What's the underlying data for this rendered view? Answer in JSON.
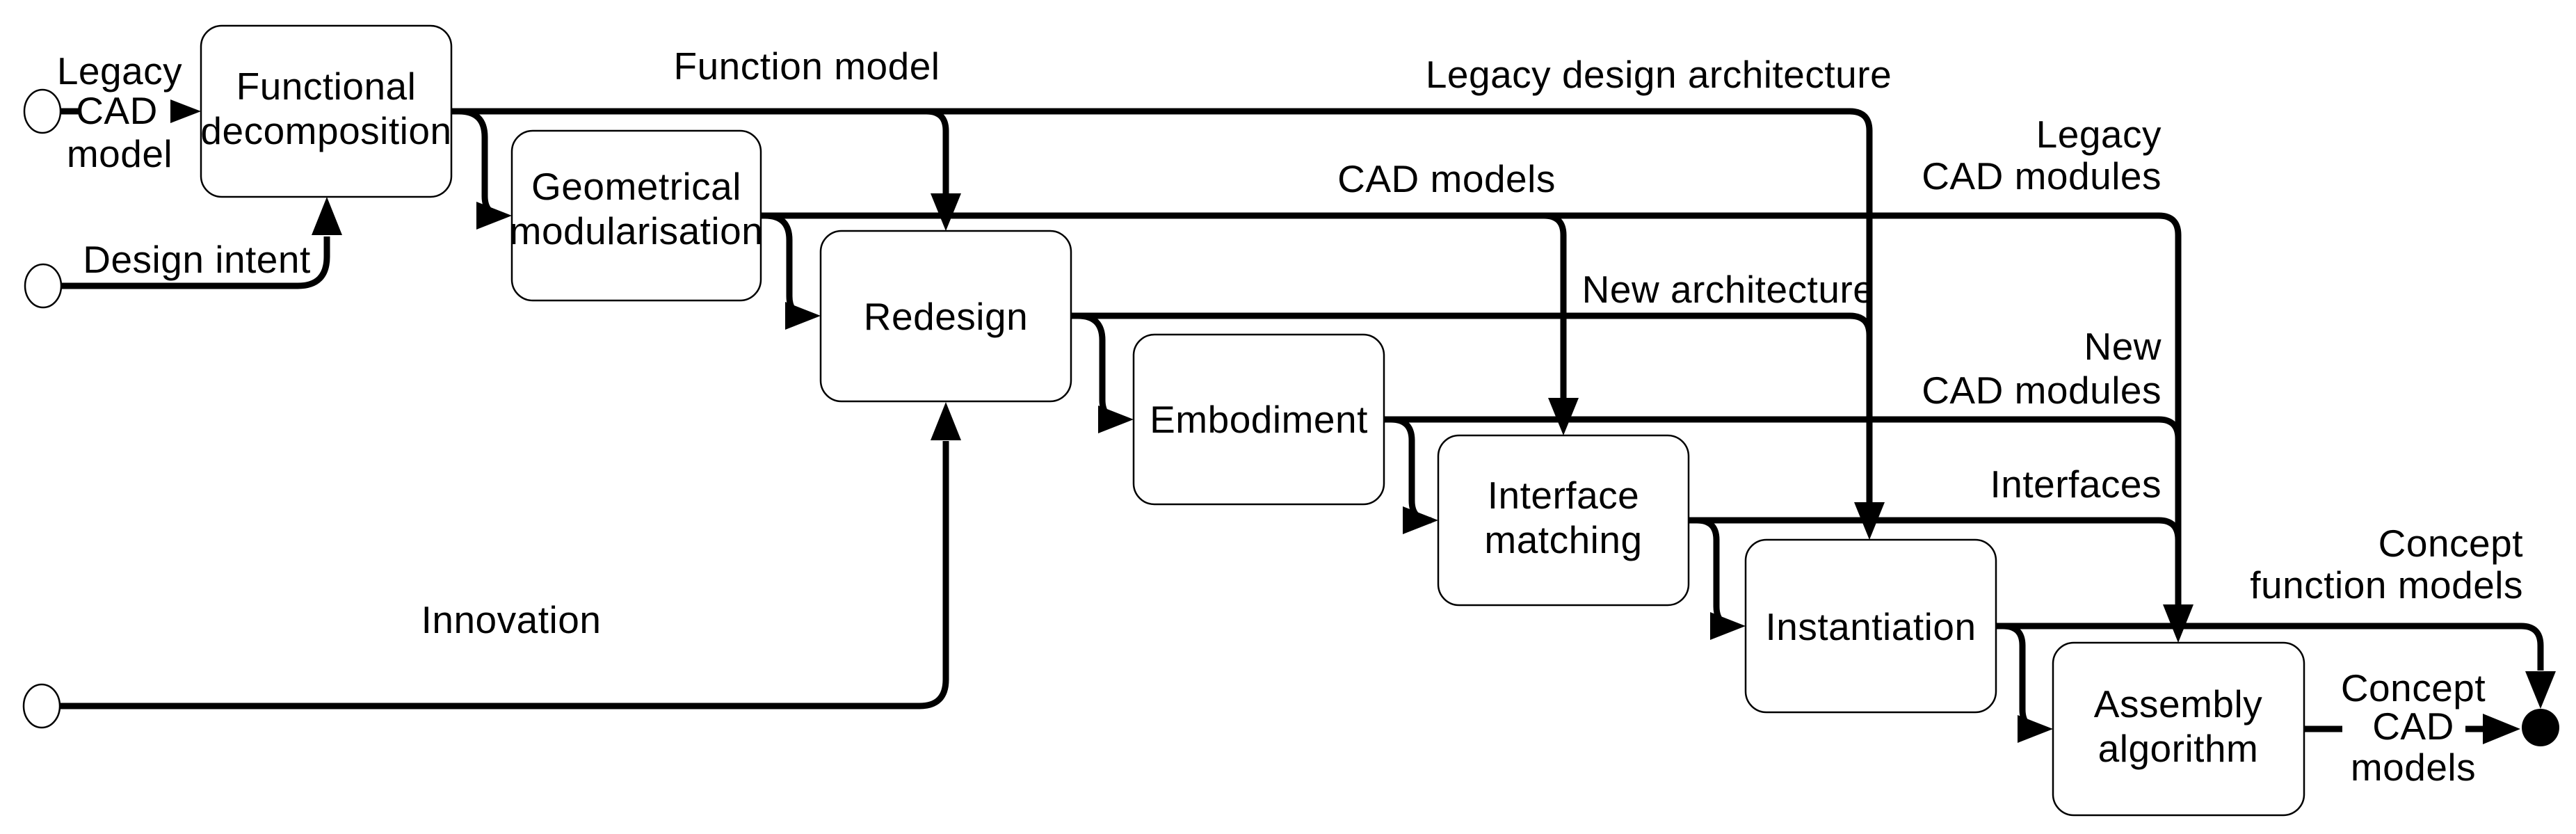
{
  "title": "Legacy CAD redesign process flow diagram",
  "colors": {
    "background": "#ffffff",
    "stroke": "#000000",
    "text": "#000000"
  },
  "process_boxes": [
    {
      "id": "functional-decomposition",
      "lines": [
        "Functional",
        "decomposition"
      ]
    },
    {
      "id": "geometrical-modularisation",
      "lines": [
        "Geometrical",
        "modularisation"
      ]
    },
    {
      "id": "redesign",
      "lines": [
        "Redesign"
      ]
    },
    {
      "id": "embodiment",
      "lines": [
        "Embodiment"
      ]
    },
    {
      "id": "interface-matching",
      "lines": [
        "Interface",
        "matching"
      ]
    },
    {
      "id": "instantiation",
      "lines": [
        "Instantiation"
      ]
    },
    {
      "id": "assembly-algorithm",
      "lines": [
        "Assembly",
        "algorithm"
      ]
    }
  ],
  "inputs": {
    "legacy_cad_model": {
      "lines": [
        "Legacy",
        "CAD",
        "model"
      ]
    },
    "design_intent": {
      "label": "Design intent"
    },
    "innovation": {
      "label": "Innovation"
    }
  },
  "flow_labels": {
    "function_model": "Function model",
    "legacy_design_architecture": "Legacy design architecture",
    "cad_models": "CAD models",
    "new_architecture": "New architecture",
    "legacy_cad_modules": {
      "lines": [
        "Legacy",
        "CAD modules"
      ]
    },
    "new_cad_modules": {
      "lines": [
        "New",
        "CAD modules"
      ]
    },
    "interfaces": "Interfaces",
    "concept_function_models": {
      "lines": [
        "Concept",
        "function models"
      ]
    },
    "concept_cad_models": {
      "lines": [
        "Concept",
        "CAD",
        "models"
      ]
    }
  }
}
